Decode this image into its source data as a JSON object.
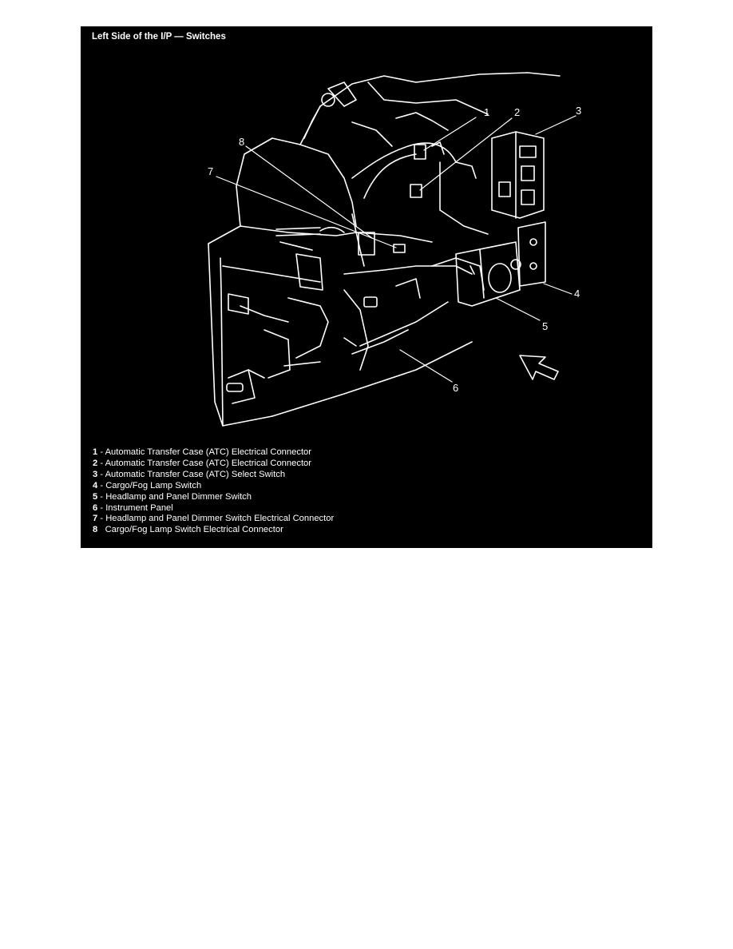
{
  "figure": {
    "title": "Left Side of the I/P — Switches",
    "callouts": [
      "1",
      "2",
      "3",
      "4",
      "5",
      "6",
      "7",
      "8"
    ],
    "legend": [
      {
        "num": "1",
        "sep": " - ",
        "text": "Automatic Transfer Case (ATC) Electrical Connector"
      },
      {
        "num": "2",
        "sep": " - ",
        "text": "Automatic Transfer Case (ATC) Electrical Connector"
      },
      {
        "num": "3",
        "sep": " - ",
        "text": "Automatic Transfer Case (ATC) Select Switch"
      },
      {
        "num": "4",
        "sep": " - ",
        "text": "Cargo/Fog Lamp Switch"
      },
      {
        "num": "5",
        "sep": " - ",
        "text": "Headlamp and Panel Dimmer Switch"
      },
      {
        "num": "6",
        "sep": " - ",
        "text": "Instrument Panel"
      },
      {
        "num": "7",
        "sep": " - ",
        "text": "Headlamp and Panel Dimmer Switch Electrical Connector"
      },
      {
        "num": "8",
        "sep": "   ",
        "text": "Cargo/Fog Lamp Switch Electrical Connector"
      }
    ]
  },
  "colors": {
    "background": "#000000",
    "foreground": "#ffffff"
  }
}
